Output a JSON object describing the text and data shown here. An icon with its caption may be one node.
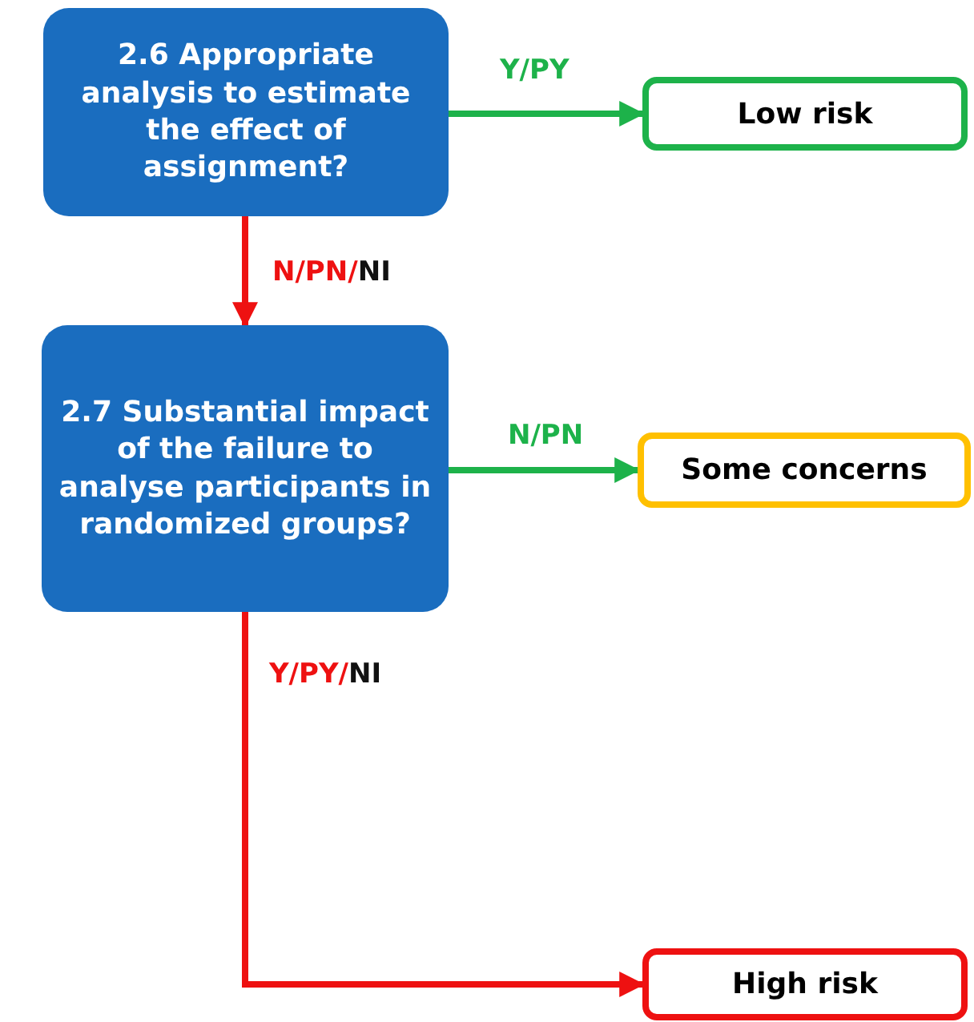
{
  "diagram": {
    "nodes": [
      {
        "text": [
          "2.6 Appropriate analysis to estimate the effect of assignment?"
        ]
      },
      {
        "text": [
          "Low risk"
        ]
      },
      {
        "text": [
          "2.7 Substantial impact of the failure to analyse participants in randomized groups?"
        ]
      },
      {
        "text": [
          "Some concerns"
        ]
      },
      {
        "text": [
          "High risk"
        ]
      }
    ],
    "edges": [
      {
        "from": 0,
        "to": 1,
        "arrow": "to",
        "label": "Y/PY",
        "color": "#1db24a"
      },
      {
        "from": 0,
        "to": 2,
        "arrow": "to",
        "label": "N/PN/NI",
        "color": "#ee1111"
      },
      {
        "from": 2,
        "to": 3,
        "arrow": "to",
        "label": "N/PN",
        "color": "#1db24a"
      },
      {
        "from": 2,
        "to": 4,
        "arrow": "to",
        "label": "Y/PY/NI",
        "color": "#ee1111"
      }
    ]
  }
}
